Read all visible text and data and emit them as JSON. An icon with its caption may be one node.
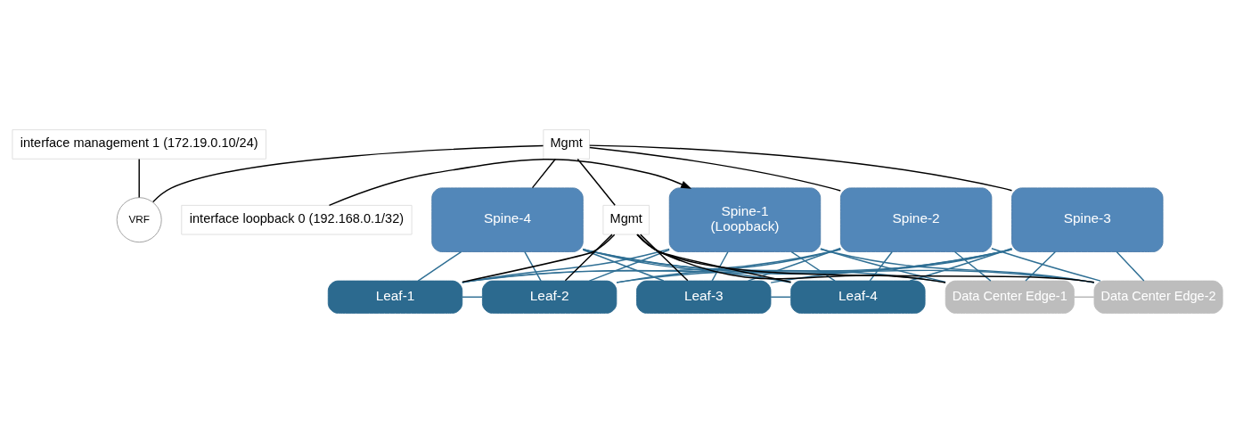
{
  "diagram": {
    "nodes": [
      {
        "text": [
          "interface management 1 (172.19.0.10/24)"
        ]
      },
      {
        "text": [
          "Mgmt"
        ]
      },
      {
        "text": [
          "VRF"
        ]
      },
      {
        "text": [
          "Spine-1",
          "(Loopback)"
        ]
      },
      {
        "text": [
          "Spine-2"
        ]
      },
      {
        "text": [
          "Spine-3"
        ]
      },
      {
        "text": [
          "Spine-4"
        ]
      },
      {
        "text": [
          "interface loopback 0 (192.168.0.1/32)"
        ]
      },
      {
        "text": [
          "Leaf-1"
        ]
      },
      {
        "text": [
          "Leaf-2"
        ]
      },
      {
        "text": [
          "Leaf-3"
        ]
      },
      {
        "text": [
          "Leaf-4"
        ]
      },
      {
        "text": [
          "Data Center Edge-1"
        ]
      },
      {
        "text": [
          "Data Center Edge-2"
        ]
      },
      {
        "text": [
          "Mgmt"
        ]
      }
    ],
    "edges": [
      {
        "from": 0,
        "to": 2,
        "arrow": "none",
        "color": "#000000"
      },
      {
        "from": 1,
        "to": 2,
        "arrow": "none",
        "color": "#000000"
      },
      {
        "from": 1,
        "to": 4,
        "arrow": "none",
        "color": "#000000"
      },
      {
        "from": 1,
        "to": 5,
        "arrow": "none",
        "color": "#000000"
      },
      {
        "from": 1,
        "to": 6,
        "arrow": "none",
        "color": "#000000"
      },
      {
        "from": 7,
        "to": 3,
        "arrow": "to",
        "color": "#000000"
      },
      {
        "from": 3,
        "to": 8,
        "arrow": "none"
      },
      {
        "from": 3,
        "to": 9,
        "arrow": "none"
      },
      {
        "from": 3,
        "to": 10,
        "arrow": "none"
      },
      {
        "from": 3,
        "to": 11,
        "arrow": "none"
      },
      {
        "from": 3,
        "to": 12,
        "arrow": "none"
      },
      {
        "from": 3,
        "to": 13,
        "arrow": "none"
      },
      {
        "from": 4,
        "to": 8,
        "arrow": "none"
      },
      {
        "from": 4,
        "to": 9,
        "arrow": "none"
      },
      {
        "from": 4,
        "to": 10,
        "arrow": "none"
      },
      {
        "from": 4,
        "to": 11,
        "arrow": "none"
      },
      {
        "from": 4,
        "to": 12,
        "arrow": "none"
      },
      {
        "from": 4,
        "to": 13,
        "arrow": "none"
      },
      {
        "from": 5,
        "to": 8,
        "arrow": "none"
      },
      {
        "from": 5,
        "to": 9,
        "arrow": "none"
      },
      {
        "from": 5,
        "to": 10,
        "arrow": "none"
      },
      {
        "from": 5,
        "to": 11,
        "arrow": "none"
      },
      {
        "from": 5,
        "to": 12,
        "arrow": "none"
      },
      {
        "from": 5,
        "to": 13,
        "arrow": "none"
      },
      {
        "from": 6,
        "to": 8,
        "arrow": "none"
      },
      {
        "from": 6,
        "to": 9,
        "arrow": "none"
      },
      {
        "from": 6,
        "to": 10,
        "arrow": "none"
      },
      {
        "from": 6,
        "to": 11,
        "arrow": "none"
      },
      {
        "from": 6,
        "to": 12,
        "arrow": "none"
      },
      {
        "from": 6,
        "to": 13,
        "arrow": "none"
      },
      {
        "from": 8,
        "to": 9,
        "arrow": "none"
      },
      {
        "from": 10,
        "to": 11,
        "arrow": "none"
      },
      {
        "from": 12,
        "to": 13,
        "arrow": "none",
        "color": "#b5b5b5"
      },
      {
        "from": 14,
        "to": 8,
        "arrow": "none",
        "color": "#000000"
      },
      {
        "from": 14,
        "to": 9,
        "arrow": "none",
        "color": "#000000"
      },
      {
        "from": 14,
        "to": 10,
        "arrow": "none",
        "color": "#000000"
      },
      {
        "from": 14,
        "to": 11,
        "arrow": "none",
        "color": "#000000"
      },
      {
        "from": 14,
        "to": 12,
        "arrow": "none",
        "color": "#000000"
      },
      {
        "from": 14,
        "to": 13,
        "arrow": "none",
        "color": "#000000"
      },
      {
        "from": 1,
        "to": 14,
        "arrow": "none",
        "color": "#000000"
      }
    ]
  }
}
